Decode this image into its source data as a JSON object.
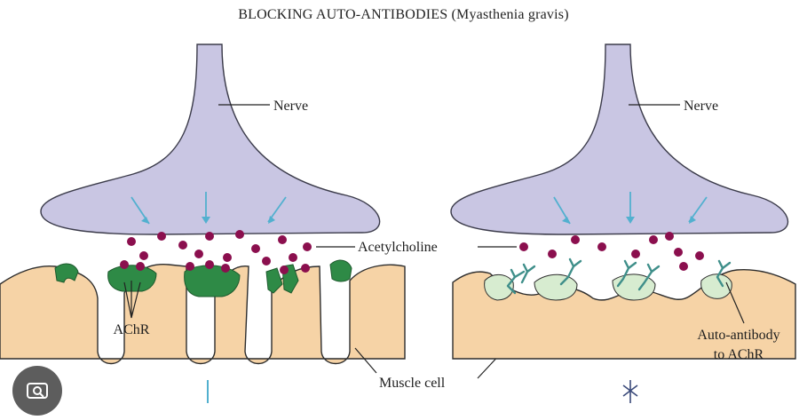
{
  "title": "BLOCKING AUTO-ANTIBODIES (Myasthenia gravis)",
  "labels": {
    "nerve_left": "Nerve",
    "nerve_right": "Nerve",
    "acetylcholine": "Acetylcholine",
    "achr": "AChR",
    "auto_antibody_line1": "Auto-antibody",
    "auto_antibody_line2": "to AChR",
    "muscle_cell": "Muscle cell"
  },
  "colors": {
    "nerve": "#c9c6e3",
    "muscle": "#f6d3a6",
    "receptor": "#2e8a46",
    "blocked_receptor": "#d7ecd0",
    "acetylcholine": "#8b0f4e",
    "arrow": "#52b0cf",
    "antibody": "#3f8f8a",
    "lens_button": "#5d5d5d"
  },
  "icons": {
    "lens": "image-search-icon",
    "signal_blocked": "x-mark-icon"
  }
}
